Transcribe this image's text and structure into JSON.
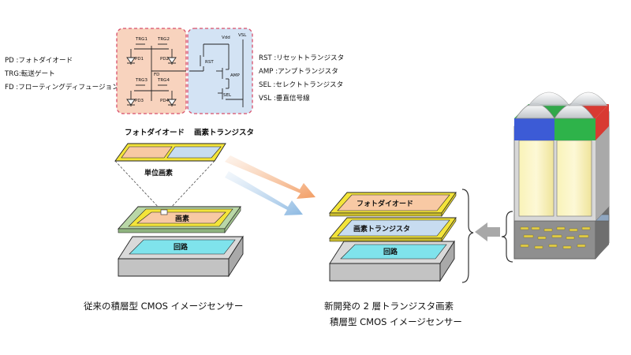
{
  "legend_left": {
    "pd": "PD :フォトダイオード",
    "trg": "TRG:転送ゲート",
    "fd": "FD :フローティングディフュージョン"
  },
  "legend_right": {
    "rst": "RST :リセットトランジスタ",
    "amp": "AMP :アンプトランジスタ",
    "sel": "SEL :セレクトトランジスタ",
    "vsl": "VSL :垂直信号線"
  },
  "circuit": {
    "trg1": "TRG1",
    "trg2": "TRG2",
    "trg3": "TRG3",
    "trg4": "TRG4",
    "pd1": "PD1",
    "pd2": "PD2",
    "pd3": "PD3",
    "pd4": "PD4",
    "fd": "FD",
    "vdd": "Vdd",
    "vsl": "VSL",
    "rst": "RST",
    "amp": "AMP",
    "sel": "SEL"
  },
  "left_stack": {
    "photodiode_label": "フォトダイオード",
    "pixel_transistor_label": "画素トランジスタ",
    "unit_pixel": "単位画素",
    "pixel": "画素",
    "circuit": "回路",
    "caption": "従来の積層型 CMOS イメージセンサー"
  },
  "right_stack": {
    "photodiode": "フォトダイオード",
    "pixel_transistor": "画素トランジスタ",
    "circuit": "回路",
    "caption_line1": "新開発の 2 層トランジスタ画素",
    "caption_line2": "積層型 CMOS イメージセンサー"
  },
  "colors": {
    "pd_fill": "#f8c9a4",
    "tr_fill": "#c7dcf0",
    "circuit_fill": "#7fe3ec",
    "frame_yellow": "#f3e43a",
    "dashed_red": "#d84f6b"
  }
}
